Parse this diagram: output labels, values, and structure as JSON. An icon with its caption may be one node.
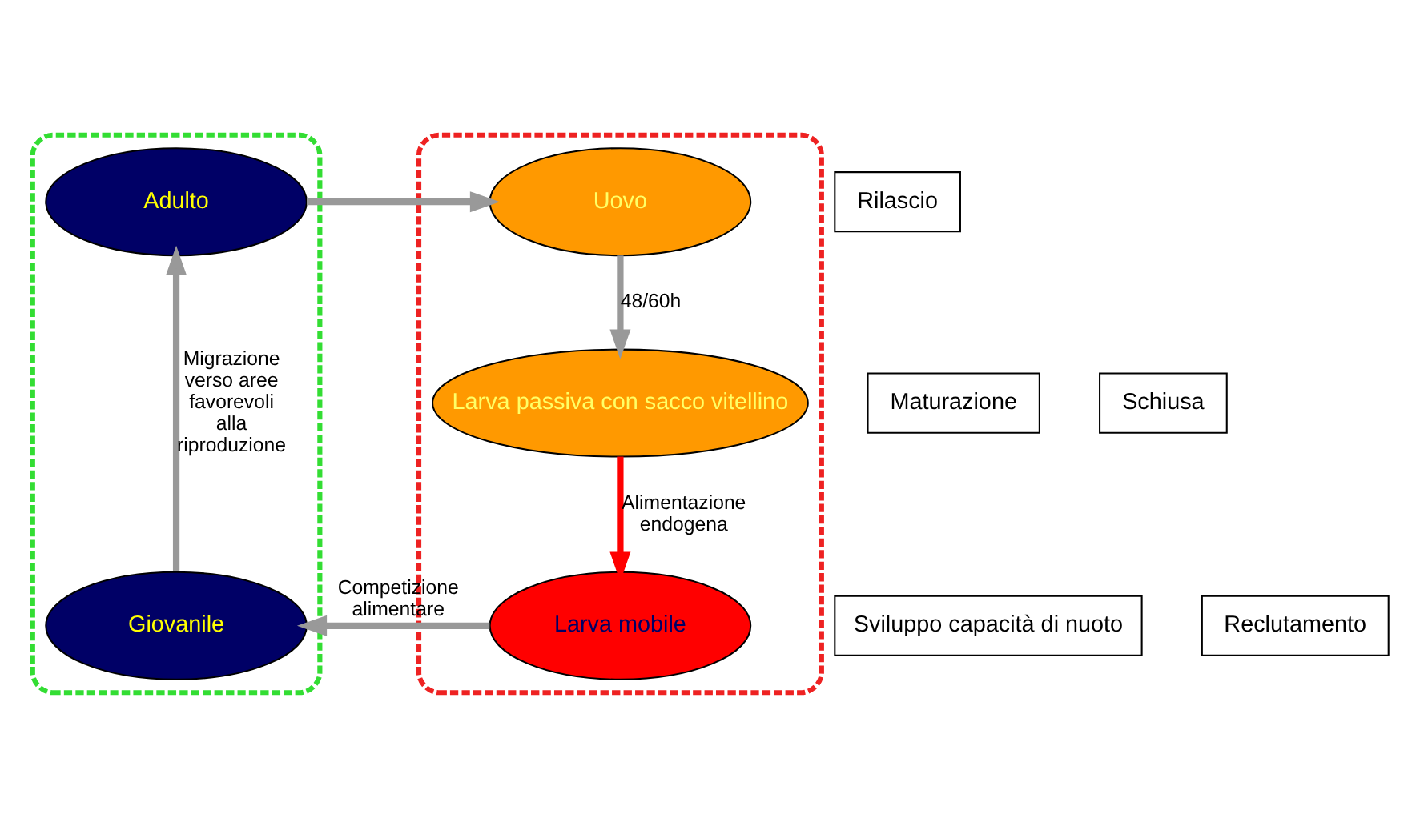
{
  "diagram": {
    "nodes": [
      {
        "text": [],
        "shape": "ellipse"
      },
      {
        "text": [
          "Adulto"
        ],
        "in": 0
      },
      {
        "text": [
          "Giovanile"
        ],
        "in": 0
      },
      {
        "text": [],
        "shape": "ellipse"
      },
      {
        "text": [
          "Uovo"
        ],
        "in": 3
      },
      {
        "text": [
          "Larva passiva con sacco vitellino"
        ],
        "in": 3
      },
      {
        "text": [
          "Larva mobile"
        ],
        "in": 3
      },
      {
        "text": [
          "Rilascio"
        ]
      },
      {
        "text": [
          "Maturazione"
        ]
      },
      {
        "text": [
          "Schiusa"
        ]
      },
      {
        "text": [
          "Sviluppo capacità di nuoto"
        ]
      },
      {
        "text": [
          "Reclutamento"
        ]
      }
    ],
    "edges": [
      {
        "from": 1,
        "to": 4,
        "arrow": "to"
      },
      {
        "from": 4,
        "to": 5,
        "arrow": "to",
        "label": "48/60h"
      },
      {
        "from": 5,
        "to": 6,
        "arrow": "to",
        "label": "Alimentazione endogena",
        "color": "#ff0000"
      },
      {
        "from": 6,
        "to": 2,
        "arrow": "to",
        "label": "Competizione alimentare"
      },
      {
        "from": 2,
        "to": 1,
        "arrow": "to",
        "label": "Migrazione verso aree favorevoli alla riproduzione"
      }
    ]
  }
}
